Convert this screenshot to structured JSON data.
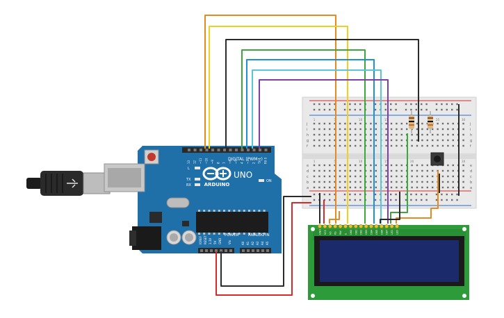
{
  "colors": {
    "board_blue": "#1f6fa8",
    "board_dark": "#175a8a",
    "breadboard": "#e9e9e9",
    "rail_red": "#d9262c",
    "rail_blue": "#2a6bd1",
    "lcd_green": "#2e9b3a",
    "lcd_screen": "#1b2a6b",
    "wire_orange": "#e58a1f",
    "wire_yellow": "#f0cf1e",
    "wire_black": "#2b2b2b",
    "wire_green": "#3aa83a",
    "wire_blue": "#1f8fd6",
    "wire_cyan": "#59c6d8",
    "wire_purple": "#7a3fa8",
    "wire_red": "#d42a2a"
  },
  "arduino": {
    "brand": "ARDUINO",
    "model": "UNO",
    "digital_label": "DIGITAL (PWM~)",
    "power_label": "POWER",
    "analog_label": "ANALOG IN",
    "on_label": "ON",
    "led_l": "L",
    "led_tx": "TX",
    "led_rx": "RX",
    "reset_label": "RESET",
    "ioref_label": "IOREF",
    "v33_label": "3.3V",
    "v5_label": "5V",
    "gnd_label": "GND",
    "vin_label": "Vin",
    "analog_pins": [
      "A0",
      "A1",
      "A2",
      "A3",
      "A4",
      "A5"
    ],
    "digital_pins": [
      "13",
      "12",
      "~11",
      "~10",
      "~9",
      "8",
      "7",
      "~6",
      "~5",
      "4",
      "~3",
      "2",
      "TX 1",
      "RX 0"
    ]
  },
  "breadboard": {
    "row_letters_top": [
      "j",
      "i",
      "h",
      "g",
      "f"
    ],
    "row_letters_bottom": [
      "e",
      "d",
      "c",
      "b",
      "a"
    ],
    "column_numbers": [
      "1",
      "5",
      "10",
      "15",
      "20",
      "25",
      "30"
    ]
  },
  "lcd": {
    "pin_labels": [
      "GND",
      "VCC",
      "V0",
      "RS",
      "RW",
      "E",
      "DB0",
      "DB1",
      "DB2",
      "DB3",
      "DB4",
      "DB5",
      "DB6",
      "DB7",
      "LED",
      "LED"
    ]
  }
}
